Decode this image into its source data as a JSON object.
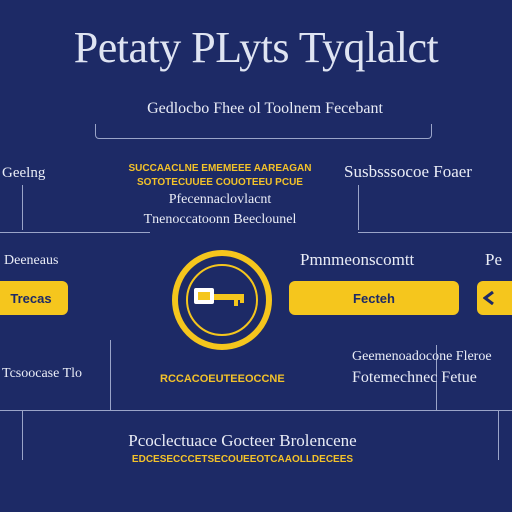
{
  "title": "Petaty PLyts Tyqlalct",
  "subtitle": "Gedlocbo Fhee ol Toolnem Fecebant",
  "left_top_label": "Geelng",
  "center_block": {
    "line1": "SUCCAACLNE EMEMEEE AAREAGAN",
    "line2": "SOTOTECUUEE COUOTEEU PCUE",
    "line3": "Pfecennaclovlacnt",
    "line4": "Tnenoccatoonn Beeclounel"
  },
  "right_top_label": "Susbsssocoe Foaer",
  "left_mid_label": "Deeneaus",
  "right_mid_label": "Pmnmeonscomtt",
  "far_right_label": "Pe",
  "left_pill": "Trecas",
  "right_pill": "Fecteh",
  "center_bottom_label": "RCCACOEUTEEOCCNE",
  "left_bottom_label": "Tcsoocase Tlo",
  "right_bottom_label": {
    "line1": "Geemenoadocone Fleroe",
    "line2": "Fotemechnec Fetue"
  },
  "bottom_block": {
    "line1": "Pcoclectuace Gocteer Brolencene",
    "line2": "EDCESECCCETSECOUEEOTCAAOLLDECEES"
  },
  "colors": {
    "background": "#1d2a66",
    "accent": "#f5c61d",
    "line": "#9aa4c8"
  }
}
